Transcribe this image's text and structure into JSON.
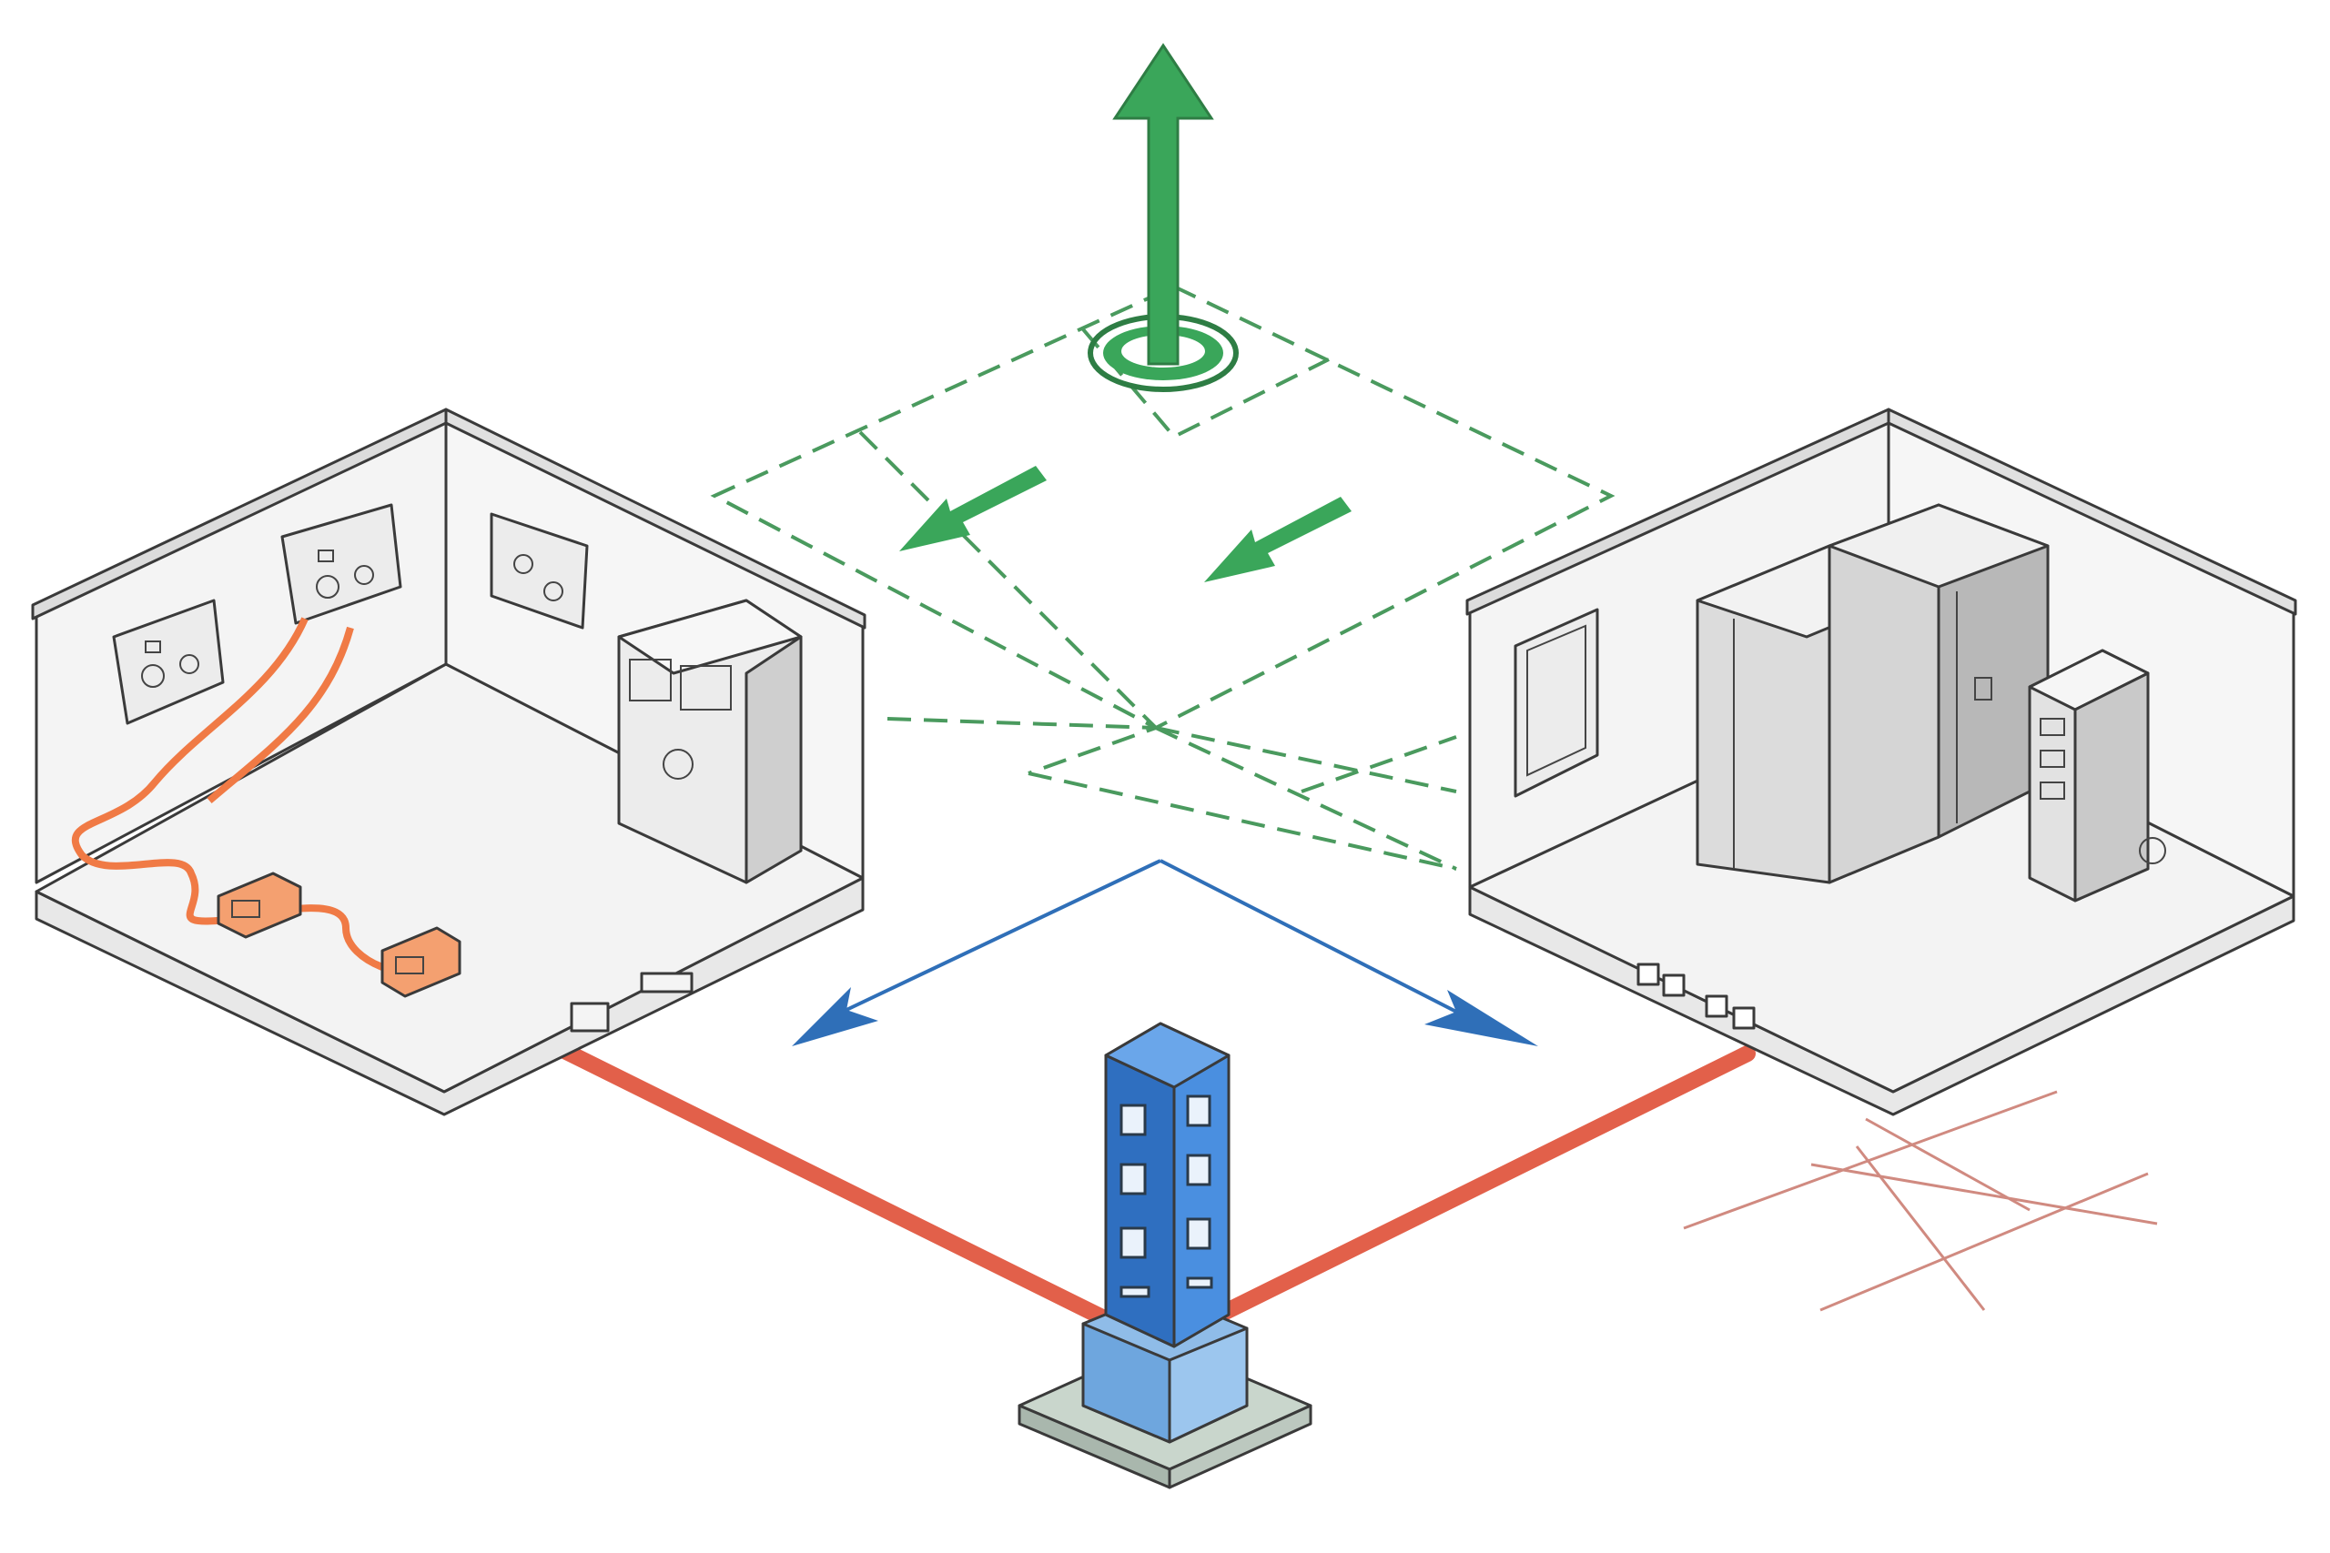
{
  "diagram": {
    "palette": {
      "background": "#ffffff",
      "wall": "#f1f1f1",
      "wall_dark": "#e3e3e3",
      "outline": "#3a3a3a",
      "green": "#3aa65a",
      "green_dash": "#4a9a5e",
      "blue_arrow": "#2f6fb8",
      "blue_column": "#3d82d6",
      "red_link": "#e2604a",
      "red_grid": "#d08a80",
      "orange_cable": "#f07a45"
    },
    "components": [
      {
        "name": "left-utility-room",
        "icon": "room-with-outlets-cable-and-cabinet"
      },
      {
        "name": "right-equipment-room",
        "icon": "room-with-server-racks-and-control-panel"
      },
      {
        "name": "central-column",
        "icon": "blue-tower-on-base-plate"
      },
      {
        "name": "upward-arrow",
        "icon": "green-up-arrow-with-ring"
      },
      {
        "name": "inflow-arrows",
        "icon": "green-diagonal-arrows"
      },
      {
        "name": "distribution-arrows",
        "icon": "blue-split-arrows"
      },
      {
        "name": "connection-lines",
        "icon": "red-links"
      }
    ]
  }
}
